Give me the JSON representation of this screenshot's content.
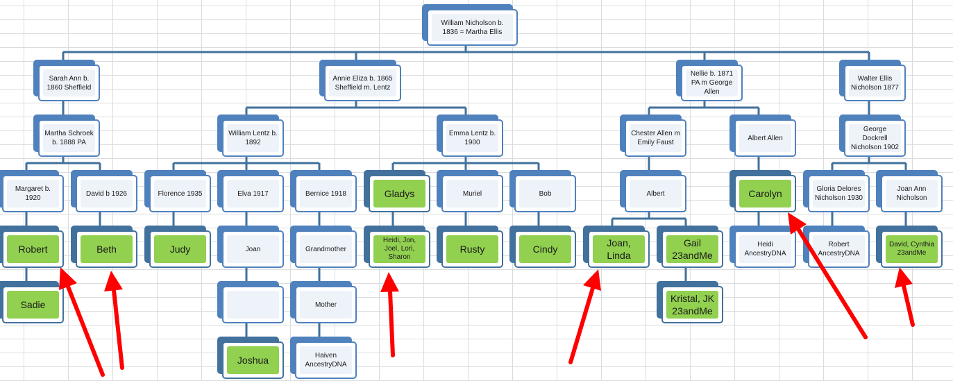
{
  "tree": {
    "root": "William Nicholson b. 1836 = Martha Ellis",
    "gen1": {
      "sarah": "Sarah Ann b. 1860 Sheffield",
      "annie": "Annie Eliza b. 1865 Sheffield m. Lentz",
      "nellie": "Nellie b. 1871 PA m George Allen",
      "walter": "Walter Ellis Nicholson 1877"
    },
    "gen2": {
      "martha": "Martha Schroek b. 1888 PA",
      "william_lentz": "William Lentz b. 1892",
      "emma_lentz": "Emma Lentz b. 1900",
      "chester_allen": "Chester Allen m Emily Faust",
      "albert_allen": "Albert Allen",
      "george_dockrell": "George Dockrell Nicholson 1902"
    },
    "gen3": {
      "margaret": "Margaret b. 1920",
      "david_1926": "David b 1926",
      "florence": "Florence 1935",
      "elva": "Elva 1917",
      "bernice": "Bernice 1918",
      "gladys": "Gladys",
      "muriel": "Muriel",
      "bob": "Bob",
      "albert": "Albert",
      "carolyn": "Carolyn",
      "gloria": "Gloria Delores Nicholson 1930",
      "joan_ann": "Joan Ann Nicholson"
    },
    "gen4": {
      "robert": "Robert",
      "beth": "Beth",
      "judy": "Judy",
      "joan": "Joan",
      "grandmother": "Grandmother",
      "heidi_group": "Heidi, Jon, Joel, Lori, Sharon",
      "rusty": "Rusty",
      "cindy": "Cindy",
      "joan_linda": "Joan, Linda",
      "gail": "Gail 23andMe",
      "heidi_ancestry": "Heidi AncestryDNA",
      "robert_ancestry": "Robert AncestryDNA",
      "david_cynthia": "David, Cynthia 23andMe"
    },
    "gen5": {
      "sadie": "Sadie",
      "blank": "",
      "mother": "Mother",
      "kristal": "Kristal, JK 23andMe"
    },
    "gen6": {
      "joshua": "Joshua",
      "haiven": "Haiven AncestryDNA"
    }
  },
  "colors": {
    "connector": "#41719c",
    "box_border": "#4f81bd",
    "match_fill": "#92d050",
    "arrow": "#ff0000"
  }
}
